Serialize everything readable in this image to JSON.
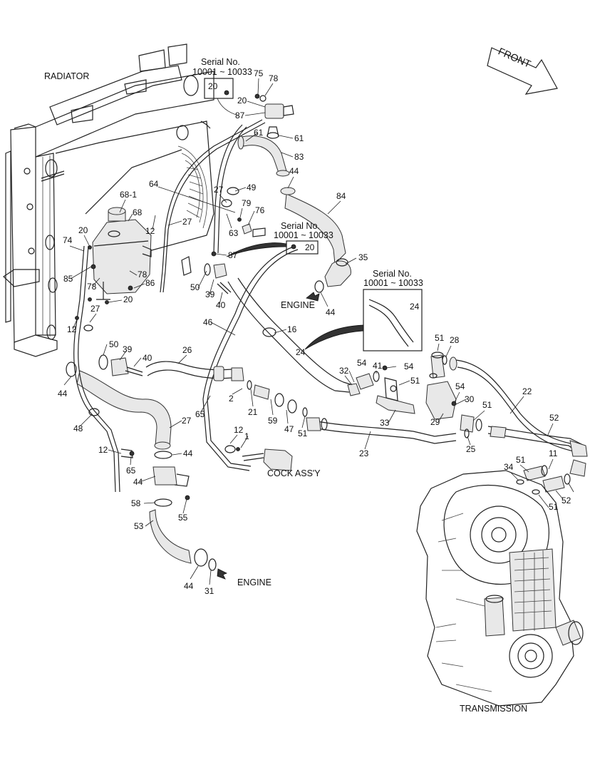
{
  "labels": {
    "radiator": "RADIATOR",
    "front": "FRONT",
    "engine_top": "ENGINE",
    "engine_bottom": "ENGINE",
    "cock_assy": "COCK ASS'Y",
    "transmission": "TRANSMISSION"
  },
  "serial_boxes": [
    {
      "title": "Serial No.",
      "range": "10001 ~ 10033",
      "part": "20"
    },
    {
      "title": "Serial No.",
      "range": "10001 ~ 10033",
      "part": "20"
    },
    {
      "title": "Serial No.",
      "range": "10001 ~ 10033",
      "part": "24"
    }
  ],
  "callouts": [
    "75",
    "78",
    "20",
    "87",
    "61",
    "61",
    "83",
    "44",
    "84",
    "49",
    "27",
    "79",
    "76",
    "63",
    "87",
    "35",
    "44",
    "64",
    "68-1",
    "68",
    "20",
    "12",
    "27",
    "74",
    "85",
    "78",
    "78",
    "86",
    "20",
    "27",
    "12",
    "50",
    "39",
    "40",
    "46",
    "16",
    "24",
    "50",
    "39",
    "40",
    "26",
    "44",
    "65",
    "21",
    "59",
    "47",
    "51",
    "2",
    "27",
    "12",
    "65",
    "48",
    "12",
    "1",
    "44",
    "44",
    "58",
    "55",
    "53",
    "44",
    "31",
    "54",
    "41",
    "54",
    "51",
    "32",
    "51",
    "28",
    "54",
    "30",
    "29",
    "33",
    "51",
    "25",
    "23",
    "22",
    "52",
    "34",
    "51",
    "11",
    "52",
    "51"
  ]
}
